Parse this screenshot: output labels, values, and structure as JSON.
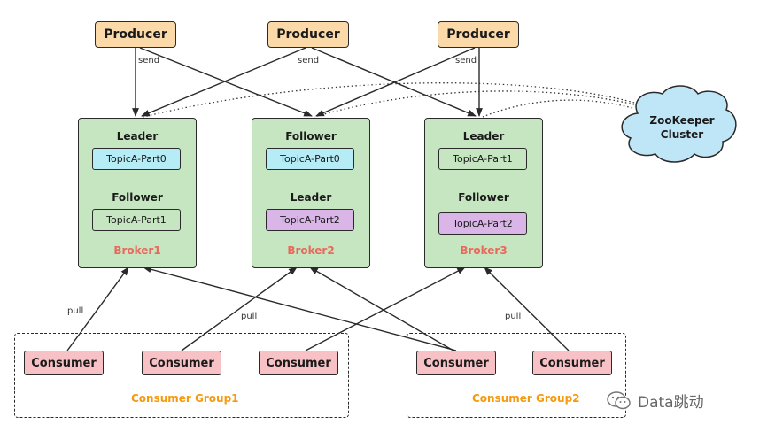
{
  "producers": [
    "Producer",
    "Producer",
    "Producer"
  ],
  "edge_labels": {
    "send": "send",
    "pull": "pull"
  },
  "brokers": [
    {
      "name": "Broker1",
      "sections": [
        {
          "role": "Leader",
          "partition": "TopicA-Part0",
          "style": "blue"
        },
        {
          "role": "Follower",
          "partition": "TopicA-Part1",
          "style": "plain"
        }
      ]
    },
    {
      "name": "Broker2",
      "sections": [
        {
          "role": "Follower",
          "partition": "TopicA-Part0",
          "style": "blue"
        },
        {
          "role": "Leader",
          "partition": "TopicA-Part2",
          "style": "purple"
        }
      ]
    },
    {
      "name": "Broker3",
      "sections": [
        {
          "role": "Leader",
          "partition": "TopicA-Part1",
          "style": "plain"
        },
        {
          "role": "Follower",
          "partition": "TopicA-Part2",
          "style": "purple"
        }
      ]
    }
  ],
  "zookeeper": {
    "line1": "ZooKeeper",
    "line2": "Cluster"
  },
  "consumers": [
    "Consumer",
    "Consumer",
    "Consumer",
    "Consumer",
    "Consumer"
  ],
  "groups": [
    "Consumer Group1",
    "Consumer Group2"
  ],
  "watermark": "Data跳动",
  "colors": {
    "producer": "#fbd9a8",
    "broker": "#c6e5c1",
    "partition_blue": "#b6ecf5",
    "partition_purple": "#dab6e8",
    "consumer": "#f7c1c6",
    "broker_label": "#e86a5c",
    "group_label": "#f59a0e",
    "zookeeper": "#bfe6f7"
  }
}
